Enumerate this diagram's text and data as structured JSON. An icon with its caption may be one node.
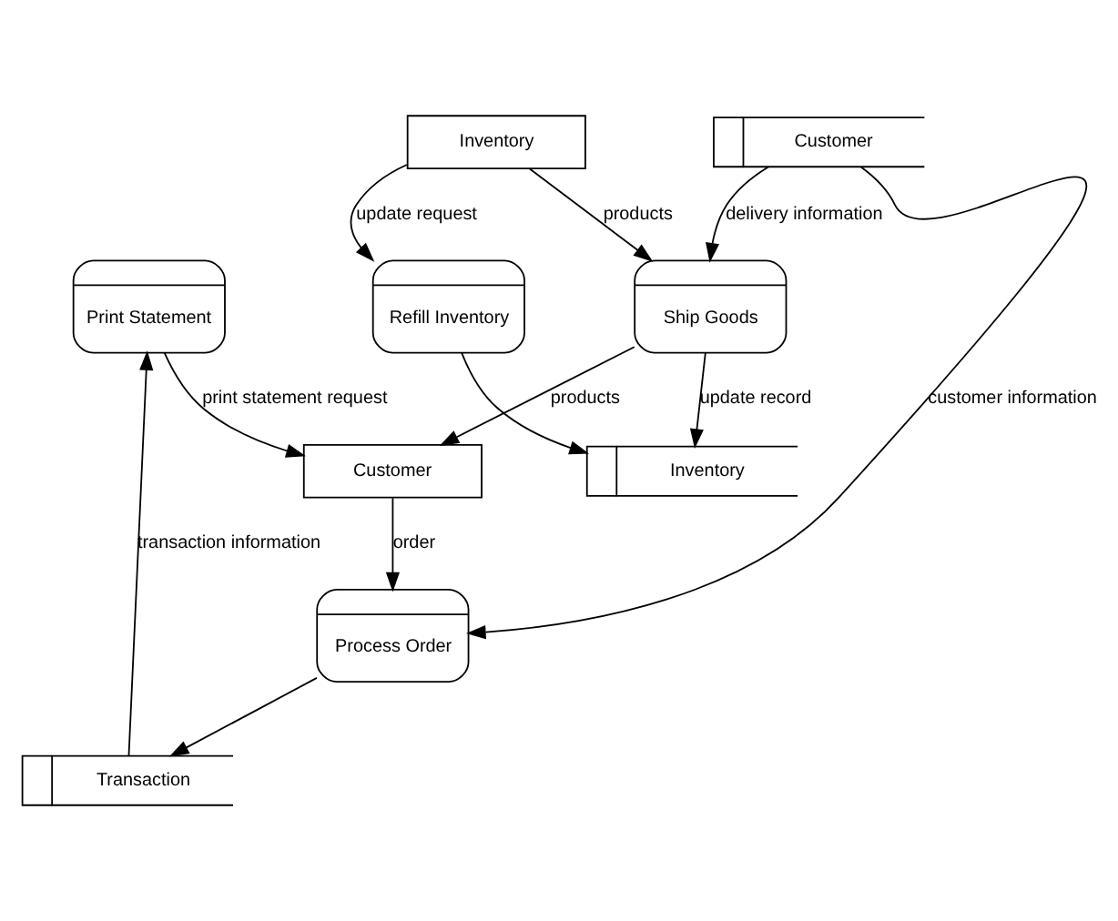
{
  "diagram": {
    "nodes": [
      {
        "text": [
          "Print Statement"
        ]
      },
      {
        "text": [
          "Refill Inventory"
        ]
      },
      {
        "text": [
          "Inventory"
        ]
      },
      {
        "text": [
          "Customer"
        ]
      },
      {
        "text": [
          "Inventory"
        ]
      },
      {
        "text": [
          "Transaction"
        ]
      },
      {
        "text": [
          "Ship Goods"
        ]
      },
      {
        "text": [
          "Process Order"
        ]
      },
      {
        "text": [
          "Customer"
        ]
      }
    ],
    "edges": [
      {
        "from": 0,
        "to": 3,
        "arrow": "to",
        "label": "print statement request"
      },
      {
        "from": 1,
        "to": 2,
        "arrow": "to"
      },
      {
        "from": 4,
        "to": 1,
        "arrow": "to",
        "label": "update request"
      },
      {
        "from": 6,
        "to": 2,
        "arrow": "to",
        "label": "update record"
      },
      {
        "from": 6,
        "to": 3,
        "arrow": "to",
        "label": "products"
      },
      {
        "from": 4,
        "to": 6,
        "arrow": "to",
        "label": "products"
      },
      {
        "from": 8,
        "to": 6,
        "arrow": "to",
        "label": "delivery information"
      },
      {
        "from": 8,
        "to": 7,
        "arrow": "to",
        "label": "customer information"
      },
      {
        "from": 3,
        "to": 7,
        "arrow": "to",
        "label": "order"
      },
      {
        "from": 7,
        "to": 5,
        "arrow": "to"
      },
      {
        "from": 5,
        "to": 0,
        "arrow": "to",
        "label": "transaction information"
      }
    ]
  }
}
